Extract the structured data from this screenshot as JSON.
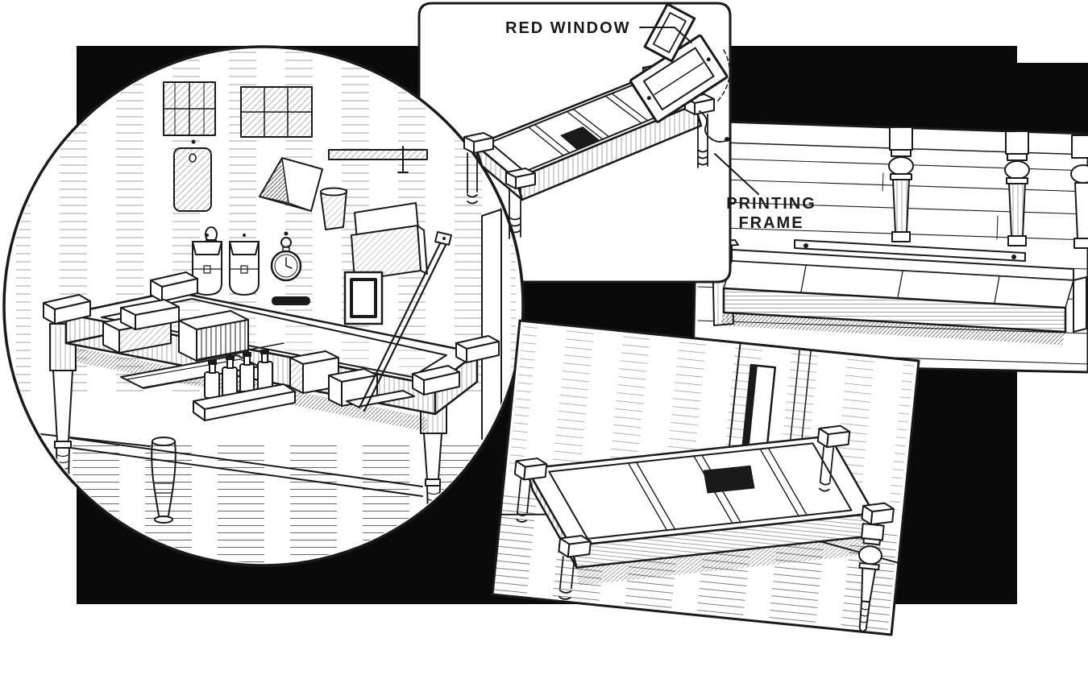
{
  "figure": {
    "labels": {
      "red_window": "RED WINDOW",
      "printing_frame_lines": [
        "PRINTING",
        "FRAME"
      ]
    },
    "colors": {
      "ink": "#1a1a1a",
      "paper": "#ffffff",
      "backdrop": "#0a0a0a"
    }
  }
}
